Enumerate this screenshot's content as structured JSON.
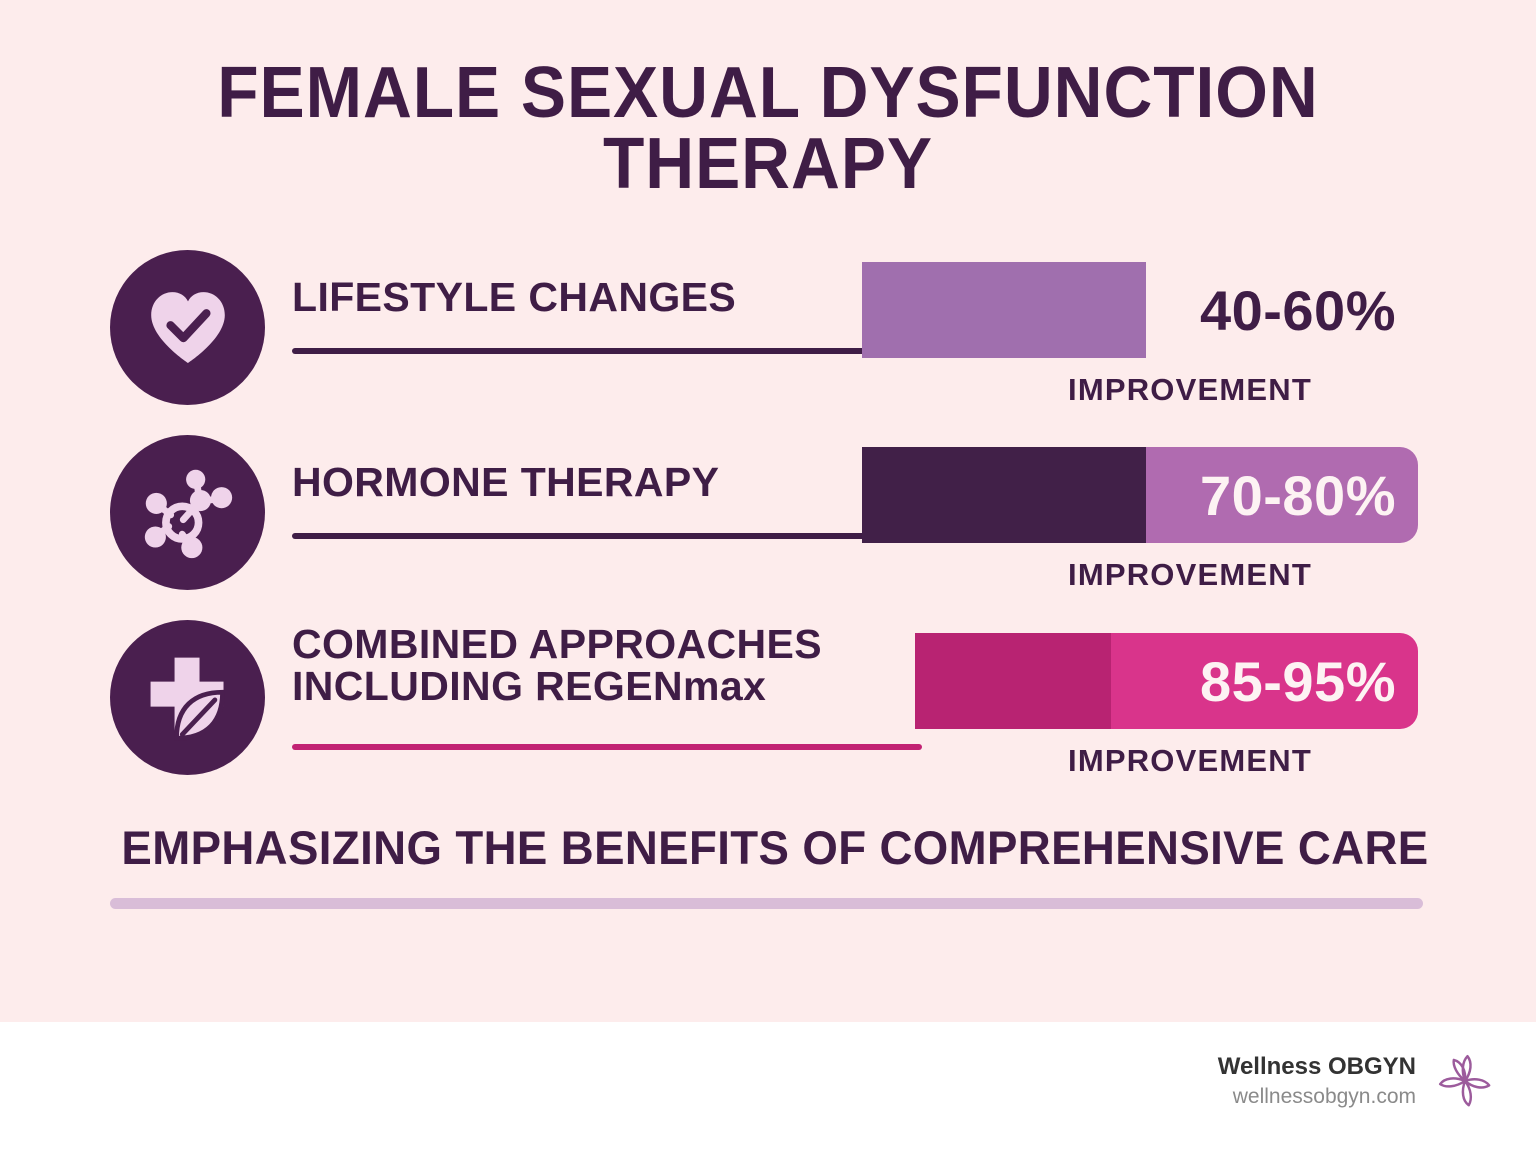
{
  "title": "FEMALE SEXUAL DYSFUNCTION THERAPY",
  "tagline": "EMPHASIZING THE BENEFITS OF COMPREHENSIVE CARE",
  "improvement_label": "IMPROVEMENT",
  "colors": {
    "background": "#fdecec",
    "footer_background": "#ffffff",
    "dark_purple": "#3f1d46",
    "icon_circle": "#4a1f4f",
    "icon_glyph": "#efd3ea",
    "row1_track": "#ecd5e9",
    "row1_fill": "#a06fae",
    "row2_track": "#b06bb0",
    "row2_fill": "#412048",
    "row3_track": "#d9348b",
    "row3_fill": "#b82372",
    "divider": "#d9bdd8",
    "magenta_underline": "#c22273",
    "value_text_light": "#fdf3f3"
  },
  "rows": [
    {
      "icon": "heart-check-icon",
      "label_line1": "LIFESTYLE CHANGES",
      "label_line2": "",
      "label_suffix": "",
      "value": "40-60%",
      "improvement": "IMPROVEMENT",
      "fill_percent": 51,
      "value_color": "#3f1d46",
      "track_color": "#ecd5e9",
      "fill_color": "#a06fae",
      "underline_color": "#3f1d46"
    },
    {
      "icon": "molecule-icon",
      "label_line1": "HORMONE THERAPY",
      "label_line2": "",
      "label_suffix": "",
      "value": "70-80%",
      "improvement": "IMPROVEMENT",
      "fill_percent": 51,
      "value_color": "#fdf3f3",
      "track_color": "#b06bb0",
      "fill_color": "#412048",
      "underline_color": "#3f1d46"
    },
    {
      "icon": "cross-leaf-icon",
      "label_line1": "COMBINED APPROACHES",
      "label_line2": "INCLUDING REGEN",
      "label_suffix": "max",
      "value": "85-95%",
      "improvement": "IMPROVEMENT",
      "fill_percent": 39,
      "value_color": "#fdf3f3",
      "track_color": "#d9348b",
      "fill_color": "#b82372",
      "underline_color": "#c22273"
    }
  ],
  "chart_data": {
    "type": "bar",
    "title": "FEMALE SEXUAL DYSFUNCTION THERAPY",
    "subtitle": "EMPHASIZING THE BENEFITS OF COMPREHENSIVE CARE",
    "categories": [
      "LIFESTYLE CHANGES",
      "HORMONE THERAPY",
      "COMBINED APPROACHES INCLUDING REGENmax"
    ],
    "values_low": [
      40,
      70,
      85
    ],
    "values_high": [
      60,
      80,
      95
    ],
    "value_labels": [
      "40-60%",
      "70-80%",
      "85-95%"
    ],
    "unit": "% improvement",
    "xlabel": "",
    "ylabel": "IMPROVEMENT",
    "xlim": [
      0,
      100
    ],
    "grid": false,
    "legend": "none",
    "orientation": "horizontal"
  },
  "footer": {
    "brand_name": "Wellness OBGYN",
    "brand_url": "wellnessobgyn.com",
    "logo": "flower-logo"
  }
}
